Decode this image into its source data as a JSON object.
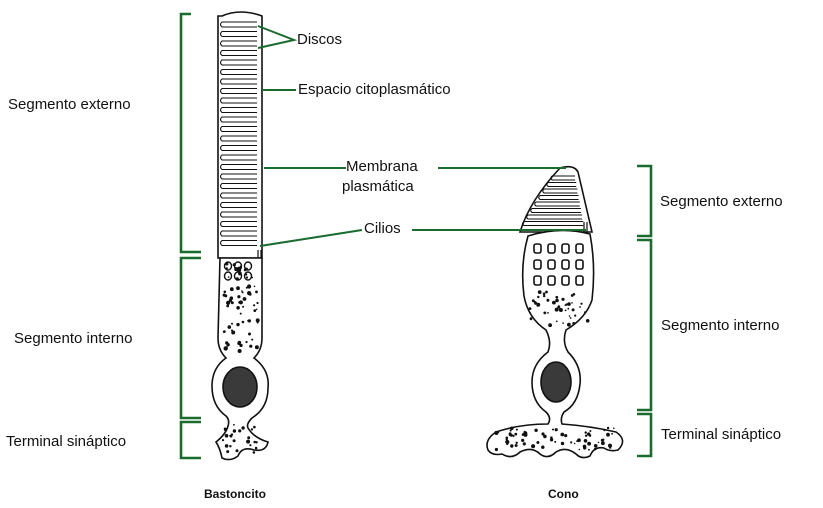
{
  "colors": {
    "bracket": "#1a6b2e",
    "leader": "#1a6b2e",
    "outline": "#111111",
    "nucleus_fill": "#3a3a3a"
  },
  "callouts": {
    "discos": "Discos",
    "espacio": "Espacio citoplasmático",
    "membrana_line1": "Membrana",
    "membrana_line2": "plasmática",
    "cilios": "Cilios"
  },
  "rod": {
    "caption": "Bastoncito",
    "segment_outer": "Segmento externo",
    "segment_inner": "Segmento interno",
    "terminal": "Terminal sináptico"
  },
  "cone": {
    "caption": "Cono",
    "segment_outer": "Segmento externo",
    "segment_inner": "Segmento interno",
    "terminal": "Terminal sináptico"
  }
}
